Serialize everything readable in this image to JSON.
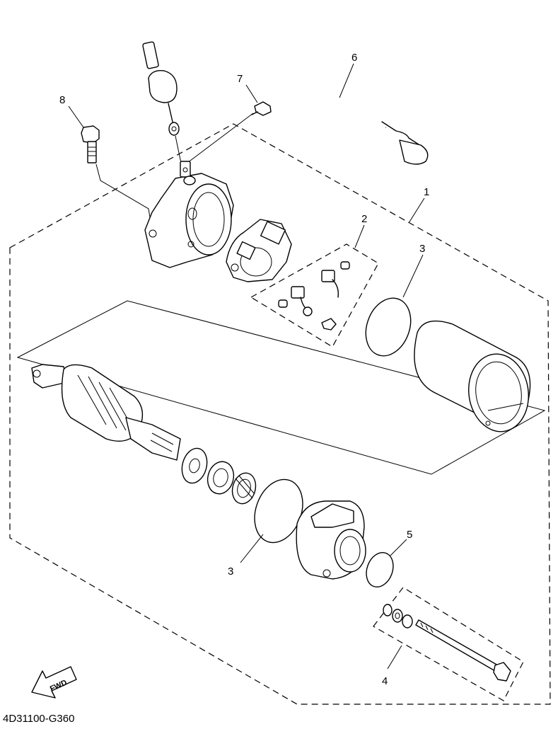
{
  "diagram": {
    "drawing_code": "4D31100-G360",
    "direction_label": "FWD",
    "callouts": [
      {
        "id": "c1",
        "label": "1"
      },
      {
        "id": "c2",
        "label": "2"
      },
      {
        "id": "c3a",
        "label": "3"
      },
      {
        "id": "c3b",
        "label": "3"
      },
      {
        "id": "c4",
        "label": "4"
      },
      {
        "id": "c5",
        "label": "5"
      },
      {
        "id": "c6",
        "label": "6"
      },
      {
        "id": "c7",
        "label": "7"
      },
      {
        "id": "c8",
        "label": "8"
      }
    ]
  }
}
